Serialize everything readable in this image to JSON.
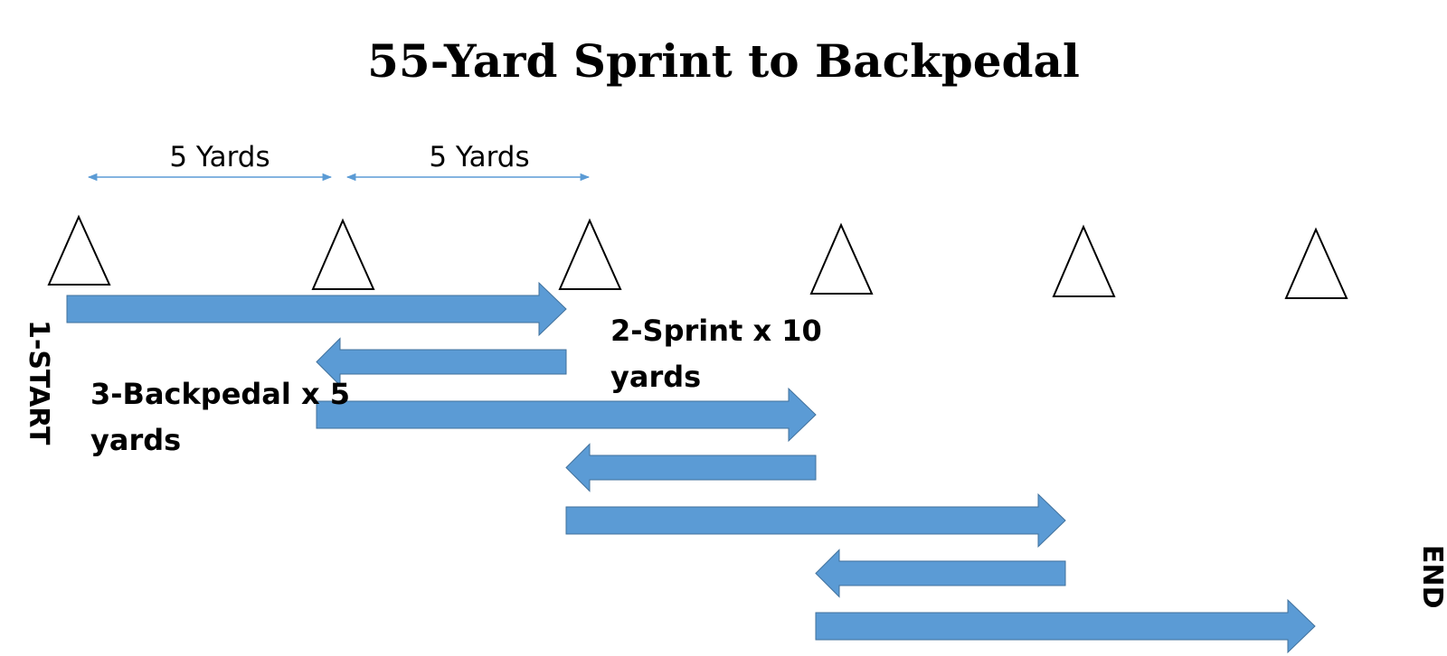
{
  "title": "55-Yard Sprint to Backpedal",
  "measures": [
    {
      "label": "5 Yards"
    },
    {
      "label": "5 Yards"
    }
  ],
  "labels": {
    "start": "1-START",
    "end": "END",
    "sprint_line1": "2-Sprint x 10",
    "sprint_line2": "yards",
    "backpedal_line1": "3-Backpedal x 5",
    "backpedal_line2": "yards"
  },
  "cones": 6,
  "moves": [
    {
      "type": "sprint",
      "from_yard": 0,
      "to_yard": 10
    },
    {
      "type": "backpedal",
      "from_yard": 10,
      "to_yard": 5
    },
    {
      "type": "sprint",
      "from_yard": 5,
      "to_yard": 15
    },
    {
      "type": "backpedal",
      "from_yard": 15,
      "to_yard": 10
    },
    {
      "type": "sprint",
      "from_yard": 10,
      "to_yard": 20
    },
    {
      "type": "backpedal",
      "from_yard": 20,
      "to_yard": 15
    },
    {
      "type": "sprint",
      "from_yard": 15,
      "to_yard": 25
    }
  ],
  "colors": {
    "arrow_fill": "#5b9bd5",
    "arrow_stroke": "#41719c",
    "measure_line": "#5b9bd5",
    "cone_stroke": "#000000"
  }
}
